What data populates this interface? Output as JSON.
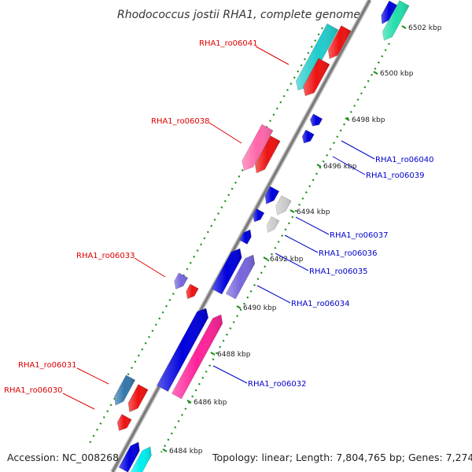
{
  "title": "Rhodococcus jostii RHA1, complete genome",
  "accession": "Accession: NC_008268",
  "topology": "Topology: linear; Length: 7,804,765 bp; Genes: 7,274",
  "colors": {
    "backbone": "#8c8c8c",
    "tick": "#1a8c1a",
    "label_left": "#dd0000",
    "label_right": "#0000cc"
  },
  "scale_labels": [
    "6484 kbp",
    "6486 kbp",
    "6488 kbp",
    "6490 kbp",
    "6492 kbp",
    "6494 kbp",
    "6496 kbp",
    "6498 kbp",
    "6500 kbp",
    "6502 kbp"
  ],
  "gene_labels": {
    "ro06041": "RHA1_ro06041",
    "ro06038": "RHA1_ro06038",
    "ro06033": "RHA1_ro06033",
    "ro06031": "RHA1_ro06031",
    "ro06030": "RHA1_ro06030",
    "ro06040": "RHA1_ro06040",
    "ro06039": "RHA1_ro06039",
    "ro06037": "RHA1_ro06037",
    "ro06036": "RHA1_ro06036",
    "ro06035": "RHA1_ro06035",
    "ro06034": "RHA1_ro06034",
    "ro06032": "RHA1_ro06032"
  }
}
